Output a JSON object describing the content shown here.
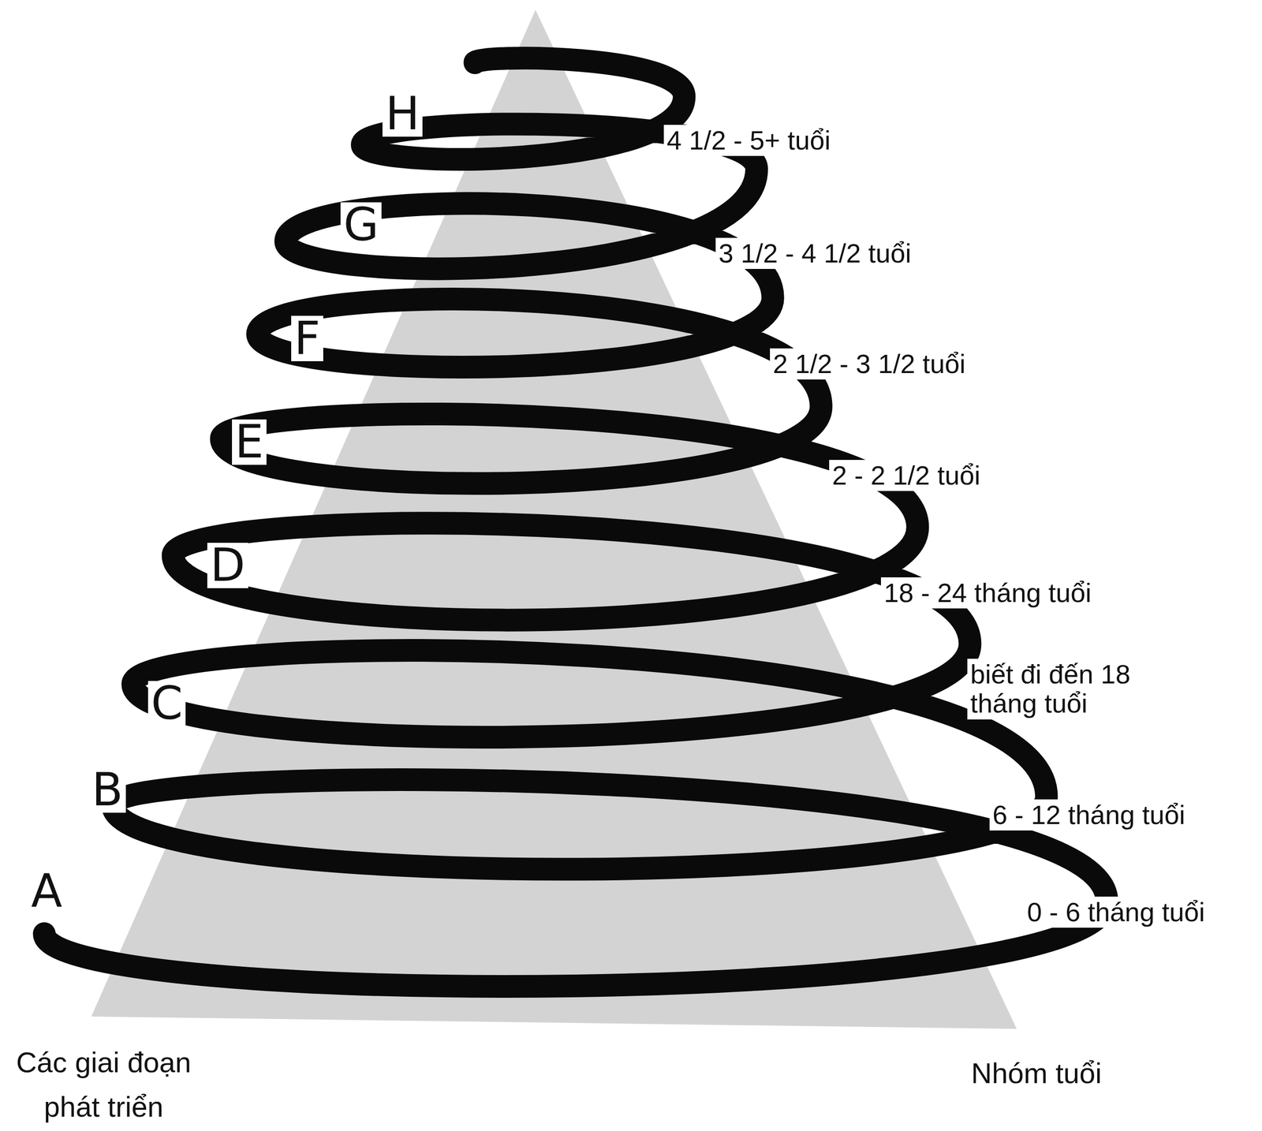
{
  "diagram": {
    "labels": [
      "A",
      "B",
      "C",
      "D",
      "E",
      "F",
      "G",
      "H",
      "0 - 6 tháng tuổi",
      "6 - 12 tháng tuổi",
      "biết đi đến 18 tháng tuổi",
      "18 - 24 tháng tuổi",
      "2 - 2 1/2 tuổi",
      "2 1/2 - 3 1/2 tuổi",
      "3 1/2 - 4 1/2 tuổi",
      "4 1/2 - 5+ tuổi",
      "Các giai đoạn phát triển",
      "Nhóm tuổi"
    ]
  }
}
